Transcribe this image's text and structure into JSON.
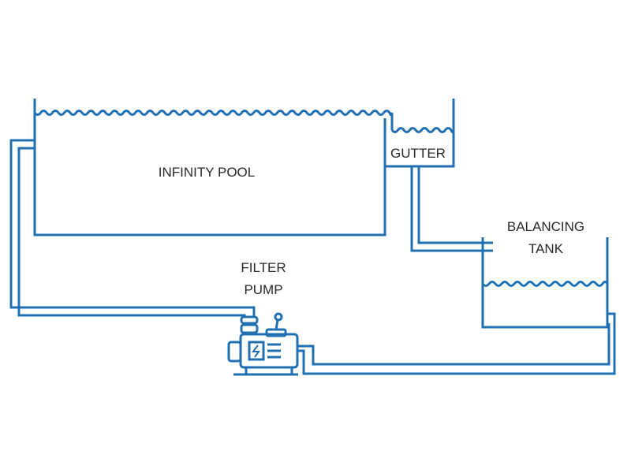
{
  "labels": {
    "pool": "INFINITY POOL",
    "gutter": "GUTTER",
    "balancing_1": "BALANCING",
    "balancing_2": "TANK",
    "pump_1": "FILTER",
    "pump_2": "PUMP"
  },
  "colors": {
    "line": "#1f6fb2",
    "text": "#2a2a2a"
  },
  "icons": {
    "pump": "filter-pump-icon",
    "power": "lightning-icon"
  }
}
